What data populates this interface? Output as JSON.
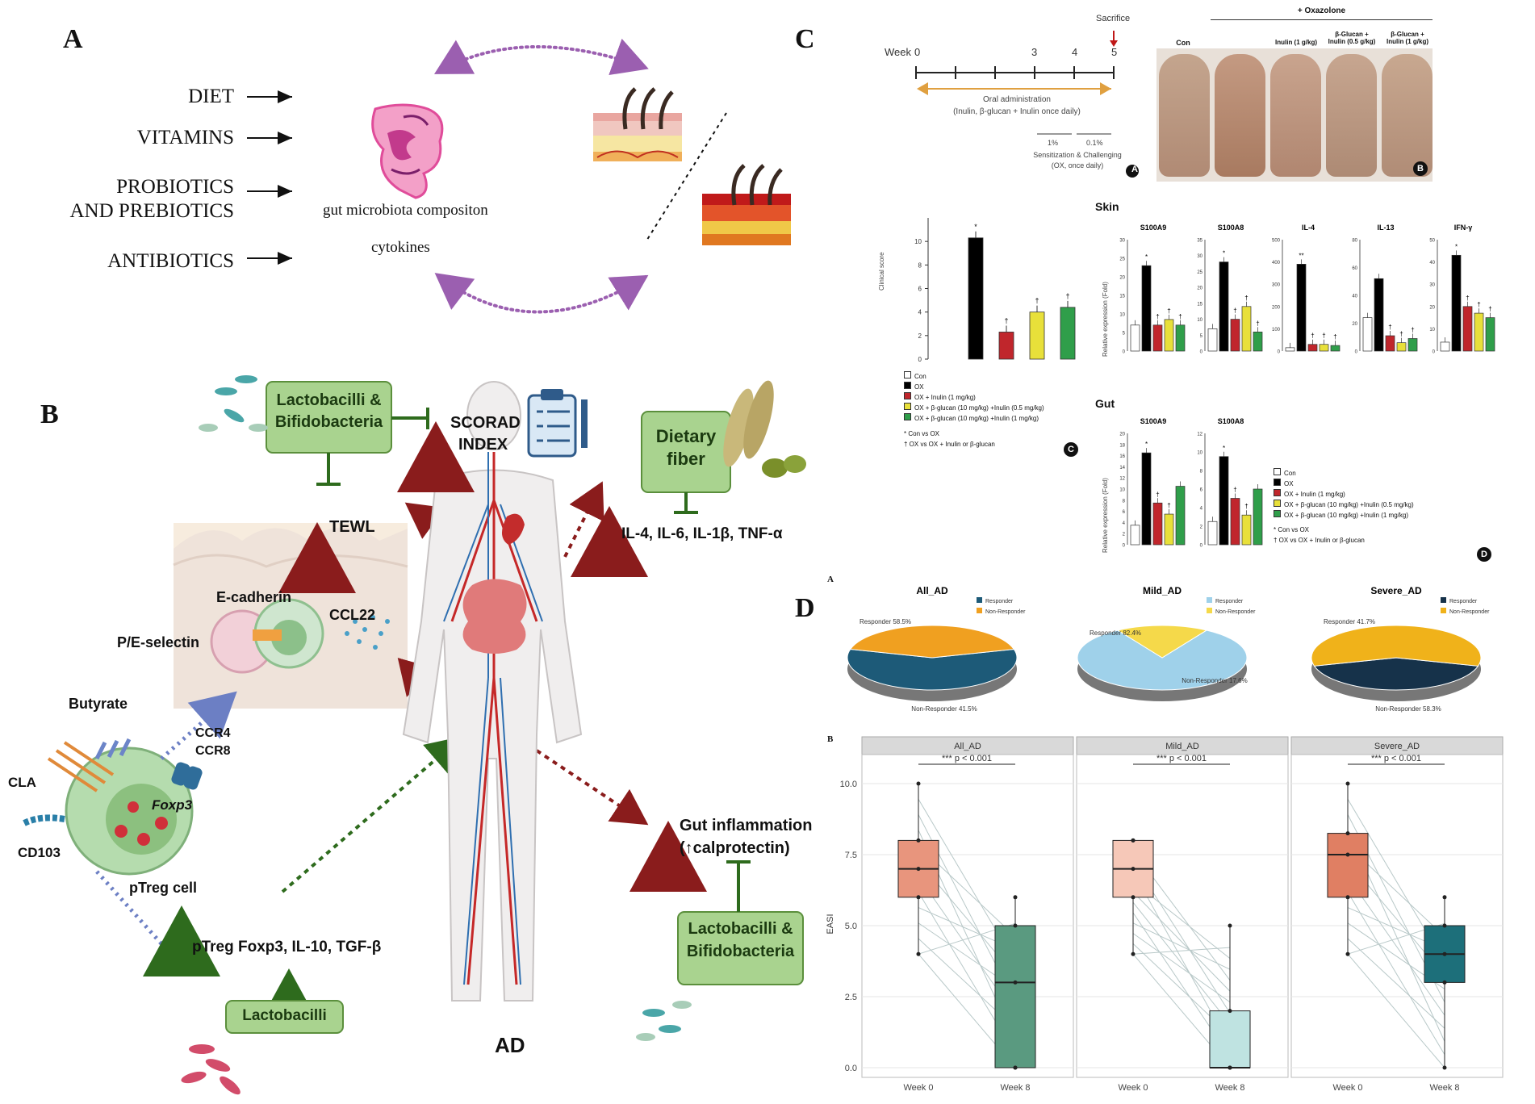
{
  "panelA": {
    "letter": "A",
    "factors": [
      "DIET",
      "VITAMINS",
      "PROBIOTICS",
      "AND PREBIOTICS",
      "ANTIBIOTICS"
    ],
    "gut_label": "gut microbiota compositon",
    "cytokines_label": "cytokines"
  },
  "panelB": {
    "letter": "B",
    "lacto_bifido_top": [
      "Lactobacilli &",
      "Bifidobacteria"
    ],
    "scorad": [
      "SCORAD",
      "INDEX"
    ],
    "dietary_fiber": [
      "Dietary",
      "fiber"
    ],
    "tewl": "TEWL",
    "cytokines": "IL-4, IL-6, IL-1β, TNF-α",
    "e_cadherin": "E-cadherin",
    "ccl22": "CCL22",
    "pe_selectin": "P/E-selectin",
    "butyrate": "Butyrate",
    "ccr4": "CCR4",
    "ccr8": "CCR8",
    "cla": "CLA",
    "foxp3": "Foxp3",
    "cd103": "CD103",
    "ptreg_cell": "pTreg cell",
    "ptreg_factors": "pTreg Foxp3, IL-10, TGF-β",
    "lactobacilli": "Lactobacilli",
    "gut_inflammation": [
      "Gut inflammation",
      "(↑calprotectin)"
    ],
    "lacto_bifido_bottom": [
      "Lactobacilli &",
      "Bifidobacteria"
    ],
    "ad": "AD"
  },
  "panelC": {
    "letter": "C",
    "timeline": {
      "week_label": "Week",
      "weeks": [
        "0",
        "3",
        "4",
        "5"
      ],
      "sacrifice": "Sacrifice",
      "oral": [
        "Oral administration",
        "(Inulin, β-glucan + Inulin once daily)"
      ],
      "doses": [
        "1%",
        "0.1%"
      ],
      "sensitization": [
        "Sensitization & Challenging",
        "(OX, once daily)"
      ],
      "sub": "A"
    },
    "photos": {
      "oxazolone": "+ Oxazolone",
      "labels": [
        "Con",
        "Inulin (1 g/kg)",
        "β-Glucan + Inulin (0.5 g/kg)",
        "β-Glucan + Inulin (1 g/kg)"
      ],
      "sub": "B"
    },
    "colors": {
      "con": "#ffffff",
      "ox": "#000000",
      "inulin": "#c0262c",
      "bg05": "#e8e03a",
      "bg1": "#2f9e4a"
    },
    "score": {
      "ylabel": "Clinical score",
      "yticks": [
        "0",
        "2",
        "4",
        "6",
        "8",
        "10"
      ],
      "ymax": 12,
      "values": [
        0,
        10.3,
        2.3,
        4.0,
        4.4
      ],
      "marks": [
        "",
        "*",
        "†",
        "†",
        "†"
      ],
      "legend": [
        "Con",
        "OX",
        "OX + Inulin (1 mg/kg)",
        "OX + β-glucan (10 mg/kg) +Inulin (0.5 mg/kg)",
        "OX + β-glucan (10 mg/kg) +Inulin (1 mg/kg)"
      ],
      "notes": [
        "* Con vs OX",
        "† OX vs OX + Inulin or β-glucan"
      ],
      "sub": "C"
    },
    "skin": {
      "title": "Skin",
      "ylabel": "Relative expression (Fold)",
      "genes": [
        {
          "name": "S100A9",
          "ymax": 30,
          "ticks": [
            "0",
            "5",
            "10",
            "15",
            "20",
            "25",
            "30"
          ],
          "values": [
            7,
            23,
            7,
            8.5,
            7
          ],
          "marks": [
            "",
            "*",
            "†",
            "†",
            "†"
          ]
        },
        {
          "name": "S100A8",
          "ymax": 35,
          "ticks": [
            "0",
            "5",
            "10",
            "15",
            "20",
            "25",
            "30",
            "35"
          ],
          "values": [
            7,
            28,
            10,
            14,
            6
          ],
          "marks": [
            "",
            "*",
            "†",
            "†",
            "†"
          ]
        },
        {
          "name": "IL-4",
          "ymax": 500,
          "ticks": [
            "0",
            "100",
            "200",
            "300",
            "400",
            "500"
          ],
          "values": [
            15,
            390,
            30,
            30,
            25
          ],
          "marks": [
            "",
            "**",
            "†",
            "†",
            "†"
          ]
        },
        {
          "name": "IL-13",
          "ymax": 80,
          "ticks": [
            "0",
            "20",
            "40",
            "60",
            "80"
          ],
          "values": [
            24,
            52,
            11,
            6,
            9
          ],
          "marks": [
            "",
            "",
            "†",
            "†",
            "†"
          ]
        },
        {
          "name": "IFN-γ",
          "ymax": 50,
          "ticks": [
            "0",
            "10",
            "20",
            "30",
            "40",
            "50"
          ],
          "values": [
            4,
            43,
            20,
            17,
            15
          ],
          "marks": [
            "",
            "*",
            "†",
            "†",
            "†"
          ]
        }
      ]
    },
    "gut": {
      "title": "Gut",
      "ylabel": "Relative expression (Fold)",
      "genes": [
        {
          "name": "S100A9",
          "ymax": 20,
          "ticks": [
            "0",
            "2",
            "4",
            "6",
            "8",
            "10",
            "12",
            "14",
            "16",
            "18",
            "20"
          ],
          "values": [
            3.5,
            16.5,
            7.5,
            5.5,
            10.5
          ],
          "marks": [
            "",
            "*",
            "†",
            "†",
            ""
          ]
        },
        {
          "name": "S100A8",
          "ymax": 12,
          "ticks": [
            "0",
            "2",
            "4",
            "6",
            "8",
            "10",
            "12"
          ],
          "values": [
            2.5,
            9.5,
            5.0,
            3.2,
            6.0
          ],
          "marks": [
            "",
            "*",
            "†",
            "†",
            ""
          ]
        }
      ],
      "legend": [
        "Con",
        "OX",
        "OX + Inulin (1 mg/kg)",
        "OX + β-glucan (10 mg/kg) +Inulin (0.5 mg/kg)",
        "OX + β-glucan (10 mg/kg) +Inulin (1 mg/kg)"
      ],
      "notes": [
        "* Con vs OX",
        "† OX vs OX + Inulin or β-glucan"
      ],
      "sub": "D"
    }
  },
  "panelD": {
    "letter": "D",
    "subA": "A",
    "subB": "B",
    "pies": [
      {
        "title": "All_AD",
        "responder_pct": 58.5,
        "labels": [
          "Responder 58.5%",
          "Non-Responder 41.5%"
        ],
        "colors": [
          "#1d5a78",
          "#f0a020"
        ]
      },
      {
        "title": "Mild_AD",
        "responder_pct": 82.4,
        "labels": [
          "Responder 82.4%",
          "Non-Responder 17.6%"
        ],
        "colors": [
          "#9fd1ea",
          "#f5d94a"
        ]
      },
      {
        "title": "Severe_AD",
        "responder_pct": 41.7,
        "labels": [
          "Responder 41.7%",
          "Non-Responder 58.3%"
        ],
        "colors": [
          "#16324a",
          "#f0b21a"
        ]
      }
    ],
    "legend_labels": [
      "Responder",
      "Non-Responder"
    ],
    "box": {
      "ylabel": "EASI",
      "yticks": [
        "0.0",
        "2.5",
        "5.0",
        "7.5",
        "10.0"
      ],
      "ymax": 10,
      "xlabels": [
        "Week 0",
        "Week 8"
      ],
      "sig": "*** p < 0.001",
      "facets": [
        {
          "title": "All_AD",
          "w0": {
            "q1": 6,
            "med": 7,
            "q3": 8,
            "lo": 4,
            "hi": 10
          },
          "w8": {
            "q1": 0,
            "med": 3,
            "q3": 5,
            "lo": 0,
            "hi": 6
          },
          "colors": [
            "#e8957d",
            "#5a9a80"
          ]
        },
        {
          "title": "Mild_AD",
          "w0": {
            "q1": 6,
            "med": 7,
            "q3": 8,
            "lo": 4,
            "hi": 8
          },
          "w8": {
            "q1": 0,
            "med": 0,
            "q3": 2,
            "lo": 0,
            "hi": 5
          },
          "colors": [
            "#f6c8b8",
            "#bfe3e1"
          ]
        },
        {
          "title": "Severe_AD",
          "w0": {
            "q1": 6,
            "med": 7.5,
            "q3": 8.25,
            "lo": 4,
            "hi": 10
          },
          "w8": {
            "q1": 3,
            "med": 4,
            "q3": 5,
            "lo": 0,
            "hi": 6
          },
          "colors": [
            "#e07f63",
            "#1d6f7a"
          ]
        }
      ]
    }
  }
}
